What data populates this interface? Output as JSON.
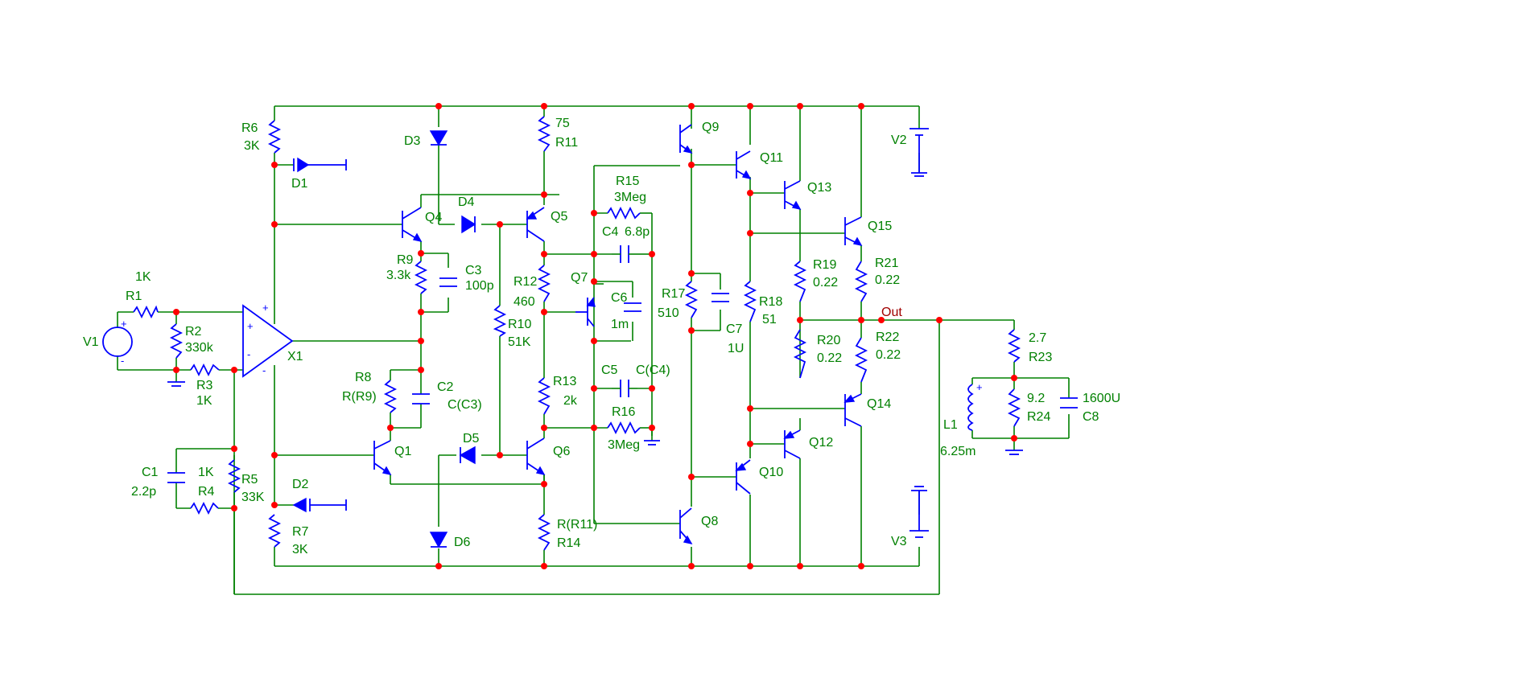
{
  "labels": {
    "R1": "R1",
    "R1v": "1K",
    "R2": "R2",
    "R2v": "330k",
    "R3": "R3",
    "R3v": "1K",
    "V1": "V1",
    "X1": "X1",
    "R6": "R6",
    "R6v": "3K",
    "D1": "D1",
    "D2": "D2",
    "D3": "D3",
    "D4": "D4",
    "D5": "D5",
    "D6": "D6",
    "Q1": "Q1",
    "Q4": "Q4",
    "Q5": "Q5",
    "Q6": "Q6",
    "Q7": "Q7",
    "Q8": "Q8",
    "Q9": "Q9",
    "Q10": "Q10",
    "Q11": "Q11",
    "Q12": "Q12",
    "Q13": "Q13",
    "Q14": "Q14",
    "Q15": "Q15",
    "R9": "R9",
    "R9v": "3.3k",
    "C3": "C3",
    "C3v": "100p",
    "R8": "R8",
    "R8v": "R(R9)",
    "C2": "C2",
    "C2v": "C(C3)",
    "C1": "C1",
    "C1v": "2.2p",
    "R4": "R4",
    "R4v": "1K",
    "R5": "R5",
    "R5v": "33K",
    "R7": "R7",
    "R7v": "3K",
    "R10": "R10",
    "R10v": "51K",
    "R11": "R11",
    "R11v": "75",
    "R12": "R12",
    "R12v": "460",
    "R13": "R13",
    "R13v": "2k",
    "R14": "R14",
    "R14v": "R(R11)",
    "R15": "R15",
    "R15v": "3Meg",
    "C4": "C4",
    "C4v": "6.8p",
    "C6": "C6",
    "C6v": "1m",
    "C5": "C5",
    "C5v": "C(C4)",
    "R16": "R16",
    "R16v": "3Meg",
    "R17": "R17",
    "R17v": "510",
    "C7": "C7",
    "C7v": "1U",
    "R18": "R18",
    "R18v": "51",
    "R19": "R19",
    "R19v": "0.22",
    "R20": "R20",
    "R20v": "0.22",
    "R21": "R21",
    "R21v": "0.22",
    "R22": "R22",
    "R22v": "0.22",
    "V2": "V2",
    "V3": "V3",
    "Out": "Out",
    "R23": "R23",
    "R23v": "2.7",
    "R24": "R24",
    "R24v": "9.2",
    "C8": "C8",
    "C8v": "1600U",
    "L1": "L1",
    "L1v": "6.25m"
  },
  "colors": {
    "wire": "#008000",
    "component": "#0000ff",
    "node": "#ff0000",
    "net_label": "#a00000"
  }
}
